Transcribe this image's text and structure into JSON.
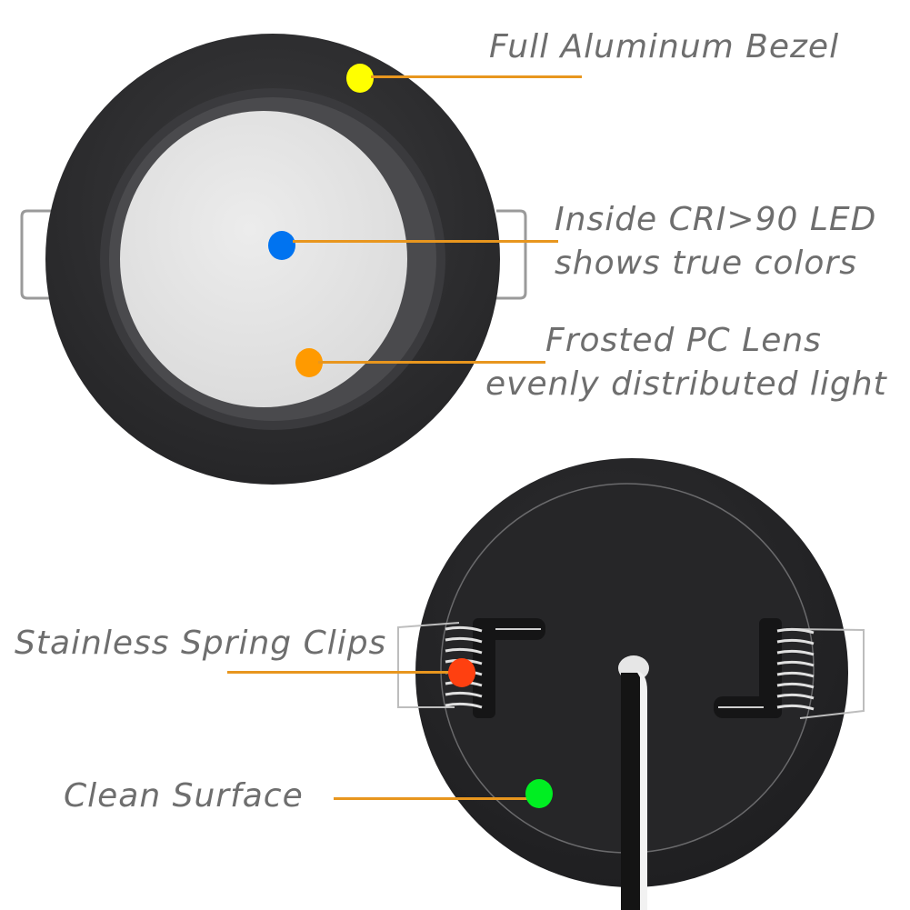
{
  "product_views": {
    "front": {
      "description": "front view of black round recessed LED downlight with frosted lens"
    },
    "back": {
      "description": "back view with stainless spring clips and cable"
    }
  },
  "callouts": [
    {
      "id": "bezel",
      "text": "Full Aluminum Bezel",
      "dot_color": "#ffff00"
    },
    {
      "id": "led",
      "line1": "Inside CRI>90 LED",
      "line2": "shows true colors",
      "dot_color": "#0073f0"
    },
    {
      "id": "lens",
      "line1": "Frosted PC Lens",
      "line2": "evenly distributed light",
      "dot_color": "#ff9a00"
    },
    {
      "id": "clips",
      "text": "Stainless Spring Clips",
      "dot_color": "#ff4010"
    },
    {
      "id": "surface",
      "text": "Clean Surface",
      "dot_color": "#00ee22"
    }
  ],
  "colors": {
    "leader_line": "#e8961e",
    "label_text": "#6e6e6e",
    "housing": "#2f2f31",
    "lens": "#e6e6e6"
  }
}
